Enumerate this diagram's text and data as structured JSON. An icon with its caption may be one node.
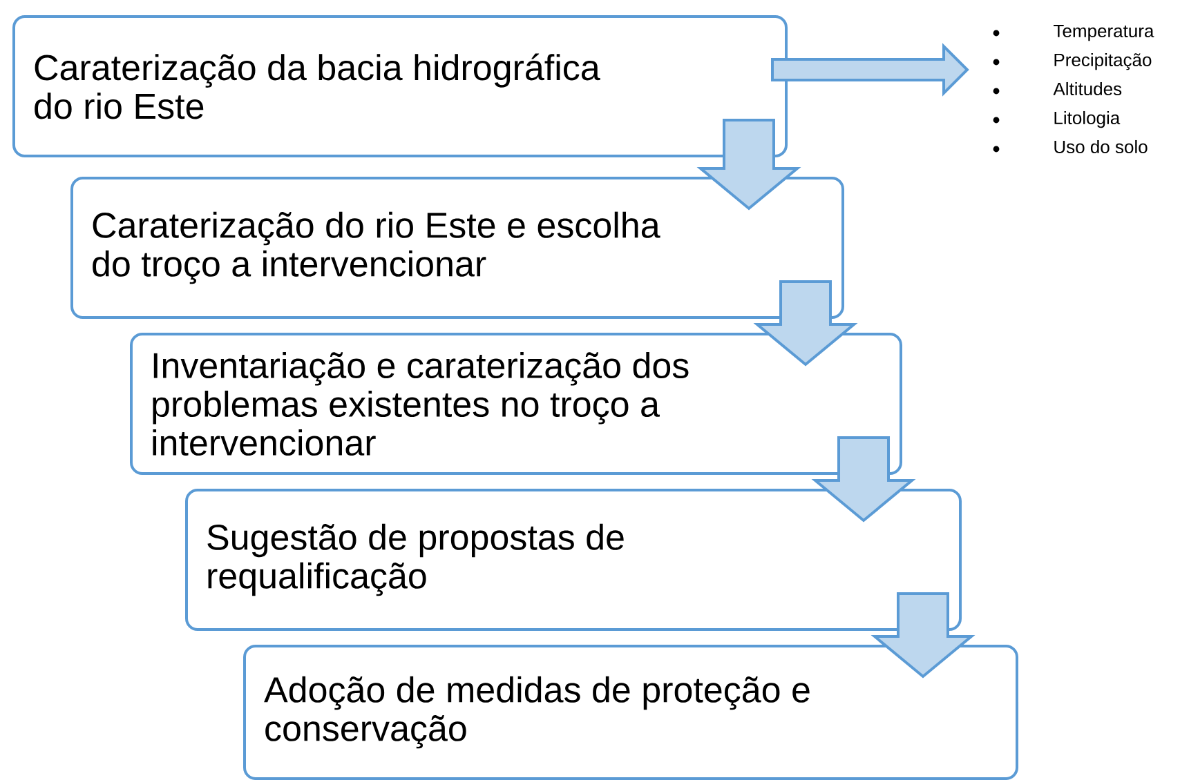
{
  "diagram": {
    "nodes": [
      {
        "text": [
          "Caraterização da bacia hidrográfica do rio Este"
        ]
      },
      {
        "text": [
          "Caraterização do rio Este e escolha do troço a intervencionar"
        ]
      },
      {
        "text": [
          "Inventariação e caraterização dos problemas existentes no troço a intervencionar"
        ]
      },
      {
        "text": [
          "Sugestão de propostas de requalificação"
        ]
      },
      {
        "text": [
          "Adoção de medidas de proteção e conservação"
        ]
      },
      {
        "text": [
          "Temperatura",
          "Precipitação",
          "Altitudes",
          "Litologia",
          "Uso do solo"
        ]
      }
    ],
    "edges": [
      {
        "from": 0,
        "to": 5,
        "arrow": "to"
      },
      {
        "from": 0,
        "to": 1,
        "arrow": "to"
      },
      {
        "from": 1,
        "to": 2,
        "arrow": "to"
      },
      {
        "from": 2,
        "to": 3,
        "arrow": "to"
      },
      {
        "from": 3,
        "to": 4,
        "arrow": "to"
      }
    ]
  }
}
